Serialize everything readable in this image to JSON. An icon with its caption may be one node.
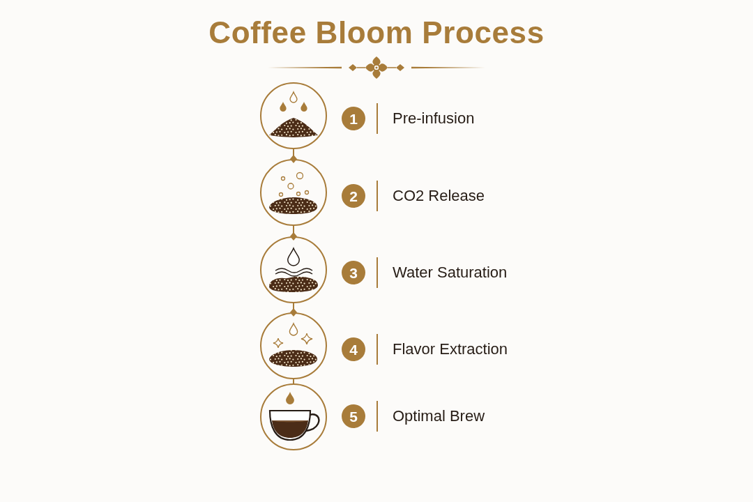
{
  "diagram": {
    "title": "Coffee Bloom Process",
    "nodes": [
      {
        "text": [],
        "shape": "circle"
      },
      {
        "text": [
          "1"
        ],
        "beside": [
          "Pre-infusion"
        ]
      },
      {
        "text": [],
        "shape": "circle"
      },
      {
        "text": [
          "2"
        ],
        "beside": [
          "CO2 Release"
        ]
      },
      {
        "text": [],
        "shape": "circle"
      },
      {
        "text": [
          "3"
        ],
        "beside": [
          "Water Saturation"
        ]
      },
      {
        "text": [],
        "shape": "circle"
      },
      {
        "text": [
          "4"
        ],
        "beside": [
          "Flavor Extraction"
        ]
      },
      {
        "text": [],
        "shape": "circle"
      },
      {
        "text": [
          "5"
        ],
        "beside": [
          "Optimal Brew"
        ]
      }
    ],
    "edges": [
      {
        "from": 0,
        "to": 2,
        "arrow": "other"
      },
      {
        "from": 2,
        "to": 4,
        "arrow": "other"
      },
      {
        "from": 4,
        "to": 6,
        "arrow": "other"
      },
      {
        "from": 6,
        "to": 8,
        "arrow": "none"
      }
    ]
  }
}
